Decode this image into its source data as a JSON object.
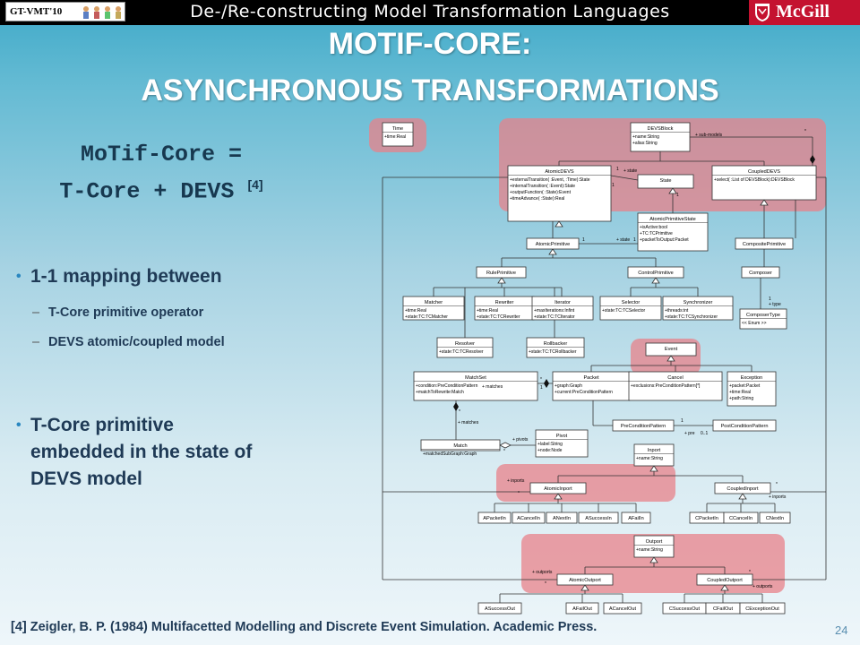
{
  "header": {
    "logo_text": "GT-VMT'10",
    "title": "De-/Re-constructing Model Transformation Languages",
    "university": "McGill"
  },
  "slide": {
    "title_line1": "MOTIF-CORE:",
    "title_line2": "ASYNCHRONOUS TRANSFORMATIONS",
    "formula_line1": "MoTif-Core =",
    "formula_line2": "T-Core + DEVS",
    "formula_ref": "[4]",
    "bullet1": "1-1 mapping between",
    "sub1": "T-Core primitive operator",
    "sub2": "DEVS atomic/coupled model",
    "bullet2": "T-Core primitive embedded in the state of DEVS model",
    "footnote": "[4] Zeigler, B. P. (1984) Multifacetted Modelling and Discrete Event Simulation. Academic Press.",
    "page_number": "24"
  },
  "diagram": {
    "classes": {
      "time": {
        "name": "Time",
        "attrs": [
          "+time:Real"
        ]
      },
      "devsblock": {
        "name": "DEVSBlock",
        "attrs": [
          "+name:String",
          "+alias:String"
        ]
      },
      "atomicdevs": {
        "name": "AtomicDEVS",
        "attrs": [
          "+externalTransition( :Event, :Time):State",
          "+internalTransition( :Event):State",
          "+outputFunction( :State):Event",
          "+timeAdvance( :State):Real"
        ]
      },
      "state": {
        "name": "State",
        "attrs": []
      },
      "coupleddevs": {
        "name": "CoupledDEVS",
        "attrs": [
          "+select( :List of DEVSBlock):DEVSBlock"
        ]
      },
      "atomicprimitivestate": {
        "name": "AtomicPrimitiveState",
        "attrs": [
          "+isActive:bool",
          "+TC:TCPrimitive",
          "+packetToOutput:Packet"
        ]
      },
      "atomicprimitive": {
        "name": "AtomicPrimitive",
        "attrs": []
      },
      "compositeprimitive": {
        "name": "CompositePrimitive",
        "attrs": []
      },
      "ruleprimitive": {
        "name": "RulePrimitive",
        "attrs": []
      },
      "controlprimitive": {
        "name": "ControlPrimitive",
        "attrs": []
      },
      "composer": {
        "name": "Composer",
        "attrs": []
      },
      "matcher": {
        "name": "Matcher",
        "attrs": [
          "+time:Real",
          "+state:TC:TCMatcher"
        ]
      },
      "rewriter": {
        "name": "Rewriter",
        "attrs": [
          "+time:Real",
          "+state:TC:TCRewriter"
        ]
      },
      "iterator": {
        "name": "Iterator",
        "attrs": [
          "+maxIterations:Infint",
          "+state:TC:TCIterator"
        ]
      },
      "selector": {
        "name": "Selector",
        "attrs": [
          "+state:TC:TCSelector"
        ]
      },
      "synchronizer": {
        "name": "Synchronizer",
        "attrs": [
          "+threads:int",
          "+state:TC:TCSynchronizer"
        ]
      },
      "composertype": {
        "name": "ComposerType",
        "attrs": [
          "<< Enum >>"
        ]
      },
      "resolver": {
        "name": "Resolver",
        "attrs": [
          "+state:TC:TCResolver"
        ]
      },
      "rollbacker": {
        "name": "Rollbacker",
        "attrs": [
          "+state:TC:TCRollbacker"
        ]
      },
      "event": {
        "name": "Event",
        "attrs": []
      },
      "matchset": {
        "name": "MatchSet",
        "attrs": [
          "+condition:PreConditionPattern",
          "+matchToRewrite:Match"
        ]
      },
      "packet": {
        "name": "Packet",
        "attrs": [
          "+graph:Graph",
          "+current:PreConditionPattern"
        ]
      },
      "cancel": {
        "name": "Cancel",
        "attrs": [
          "+exclusions:PreConditionPattern[*]"
        ]
      },
      "exception": {
        "name": "Exception",
        "attrs": [
          "+packet:Packet",
          "+time:Real",
          "+path:String"
        ]
      },
      "preconditionpattern": {
        "name": "PreConditionPattern",
        "attrs": []
      },
      "postconditionpattern": {
        "name": "PostConditionPattern",
        "attrs": []
      },
      "match": {
        "name": "Match",
        "attrs": [
          "+matchedSubGraph:Graph"
        ]
      },
      "pivot": {
        "name": "Pivot",
        "attrs": [
          "+label:String",
          "+node:Node"
        ]
      },
      "inport": {
        "name": "Inport",
        "attrs": [
          "+name:String"
        ]
      },
      "atomicinport": {
        "name": "AtomicInport",
        "attrs": []
      },
      "coupledinport": {
        "name": "CoupledInport",
        "attrs": []
      },
      "apacketin": {
        "name": "APacketIn",
        "attrs": []
      },
      "acancelin": {
        "name": "ACancelIn",
        "attrs": []
      },
      "anextin": {
        "name": "ANextIn",
        "attrs": []
      },
      "asuccessin": {
        "name": "ASuccessIn",
        "attrs": []
      },
      "afailin": {
        "name": "AFailIn",
        "attrs": []
      },
      "cpacketin": {
        "name": "CPacketIn",
        "attrs": []
      },
      "ccancelin": {
        "name": "CCancelIn",
        "attrs": []
      },
      "cnextin": {
        "name": "CNextIn",
        "attrs": []
      },
      "outport": {
        "name": "Outport",
        "attrs": [
          "+name:String"
        ]
      },
      "atomicoutport": {
        "name": "AtomicOutport",
        "attrs": []
      },
      "coupledoutport": {
        "name": "CoupledOutport",
        "attrs": []
      },
      "asuccessout": {
        "name": "ASuccessOut",
        "attrs": []
      },
      "afailout": {
        "name": "AFailOut",
        "attrs": []
      },
      "acancelout": {
        "name": "ACancelOut",
        "attrs": []
      },
      "csuccessout": {
        "name": "CSuccessOut",
        "attrs": []
      },
      "cfailout": {
        "name": "CFailOut",
        "attrs": []
      },
      "cexceptionout": {
        "name": "CExceptionOut",
        "attrs": []
      }
    },
    "labels": {
      "sub_models": "+ sub-models",
      "state": "+ state",
      "type": "+ type",
      "matches": "+ matches",
      "pivots": "+ pivots",
      "pre": "+ pre",
      "inports": "+ inports",
      "outports": "+ outports",
      "one": "1",
      "many": "*",
      "zero_one": "0..1"
    },
    "colors": {
      "highlight": "#e8828a",
      "box": "#ffffff",
      "line": "#333333"
    }
  }
}
